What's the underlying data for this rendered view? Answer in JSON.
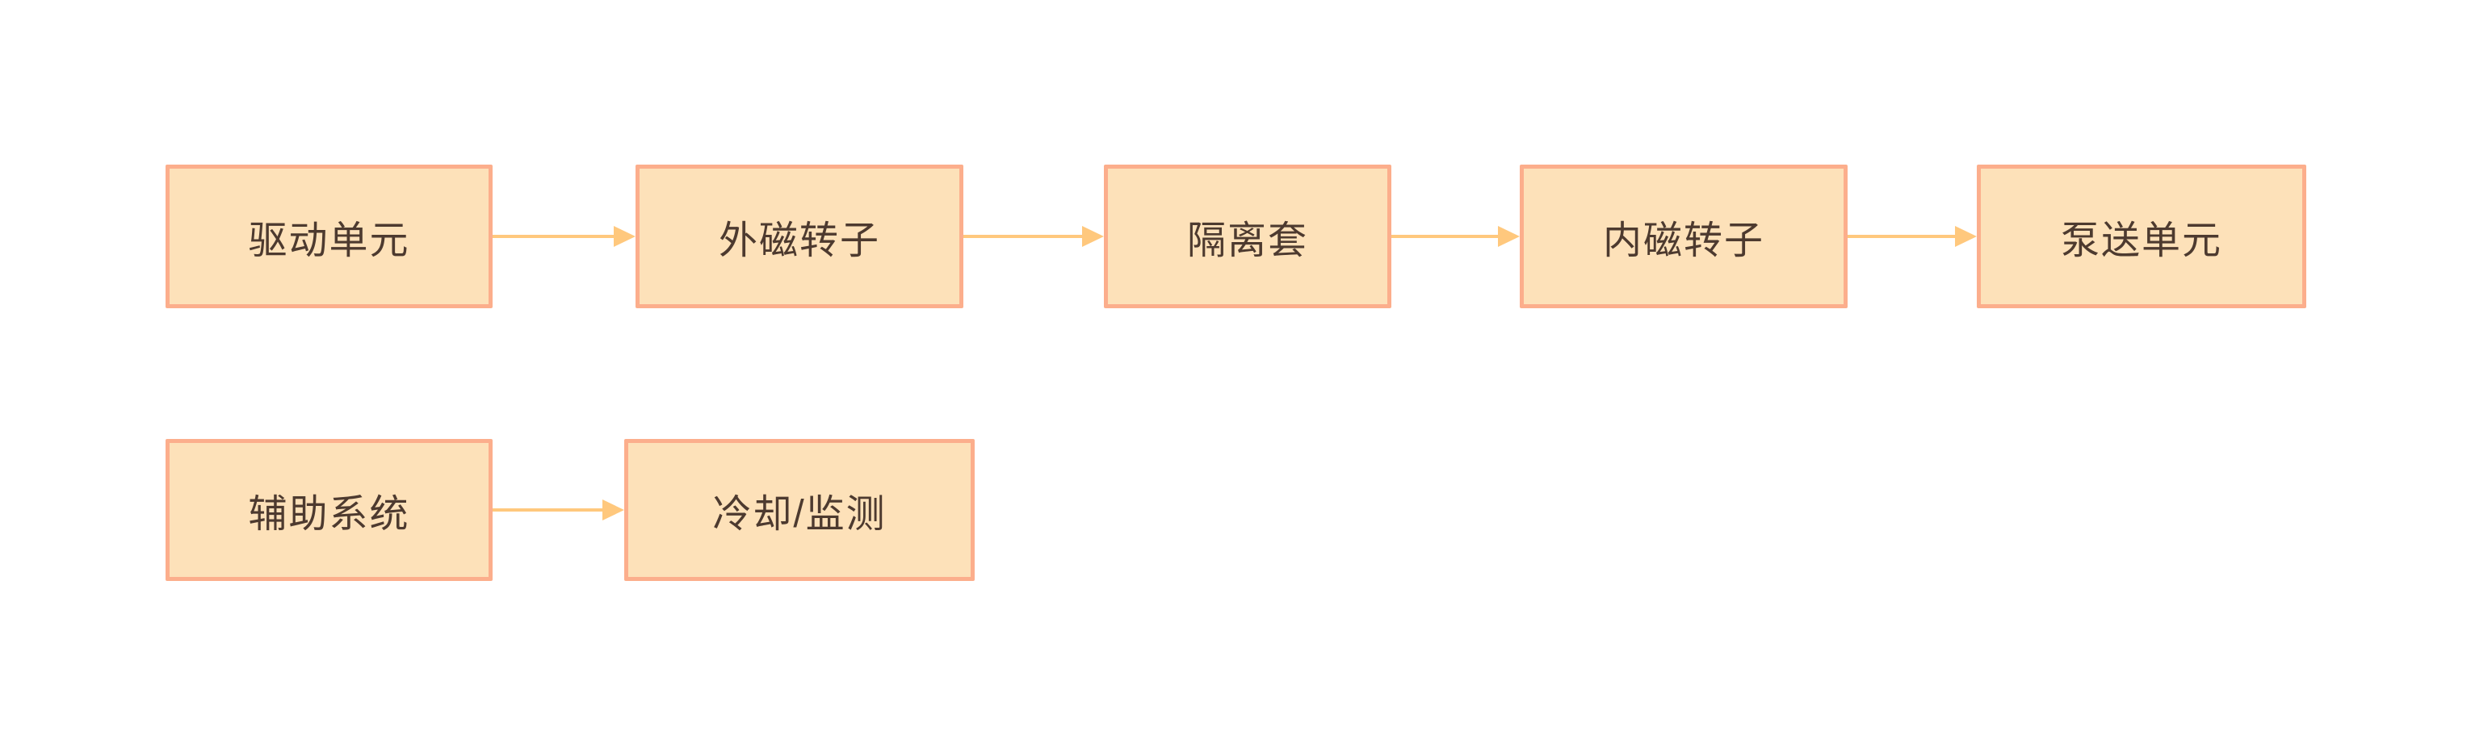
{
  "diagram_title": "",
  "palette": {
    "bg": "#ffffff",
    "node-fill": "#FDE1B9",
    "node-border": "#FCAE8C",
    "arrow": "#FFC87D",
    "text": "#4D3A2F"
  },
  "nodes": [
    {
      "id": "drive-unit",
      "label": "驱动单元"
    },
    {
      "id": "outer-magnetic-rotor",
      "label": "外磁转子"
    },
    {
      "id": "isolation-sleeve",
      "label": "隔离套"
    },
    {
      "id": "inner-magnetic-rotor",
      "label": "内磁转子"
    },
    {
      "id": "pumping-unit",
      "label": "泵送单元"
    },
    {
      "id": "auxiliary-system",
      "label": "辅助系统"
    },
    {
      "id": "cooling-monitoring",
      "label": "冷却/监测"
    }
  ],
  "edges": [
    {
      "from": "drive-unit",
      "to": "outer-magnetic-rotor"
    },
    {
      "from": "outer-magnetic-rotor",
      "to": "isolation-sleeve"
    },
    {
      "from": "isolation-sleeve",
      "to": "inner-magnetic-rotor"
    },
    {
      "from": "inner-magnetic-rotor",
      "to": "pumping-unit"
    },
    {
      "from": "auxiliary-system",
      "to": "cooling-monitoring"
    }
  ]
}
